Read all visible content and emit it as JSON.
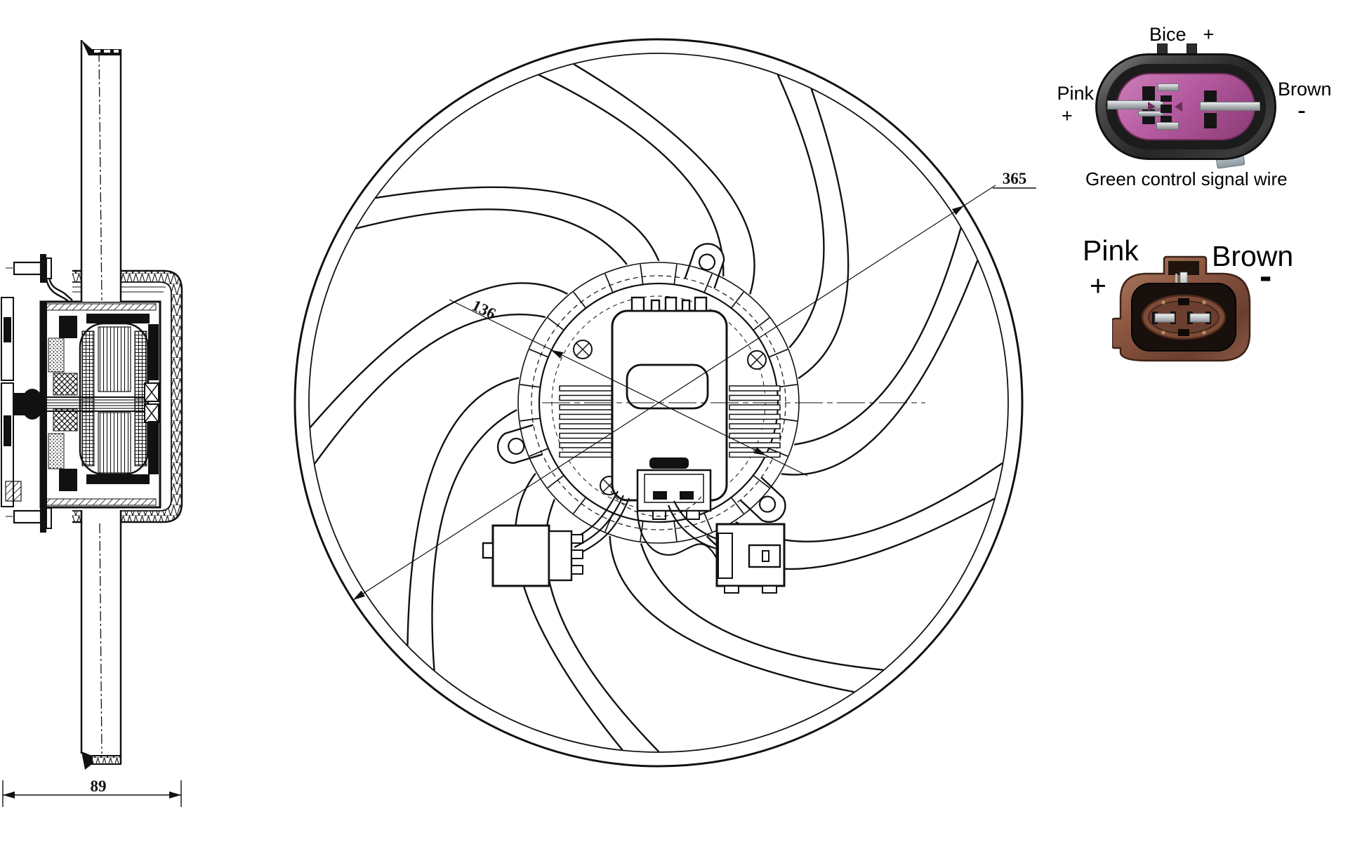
{
  "drawing": {
    "side_view": {
      "width_dim": "89"
    },
    "front_view": {
      "fan_diameter_dim": "365",
      "hub_diameter_dim": "136"
    }
  },
  "signal_connector": {
    "pin_top": {
      "label": "Bice",
      "sign": "+"
    },
    "pin_left": {
      "label": "Pink",
      "sign": "+"
    },
    "pin_right": {
      "label": "Brown",
      "sign": "-"
    },
    "caption": "Green control signal wire",
    "colors": {
      "housing": "#3b3b3b",
      "insert": "#b55aa0",
      "pin_metal": "#d7dadc",
      "latch": "#a9b2ba"
    }
  },
  "power_connector": {
    "pin_left": {
      "label": "Pink",
      "sign": "+"
    },
    "pin_right": {
      "label": "Brown",
      "sign": "-"
    },
    "colors": {
      "housing": "#8a5641",
      "cavity": "#1a120e",
      "insert": "#7e4e3a"
    }
  },
  "line_color": "#111111",
  "background": "#ffffff"
}
